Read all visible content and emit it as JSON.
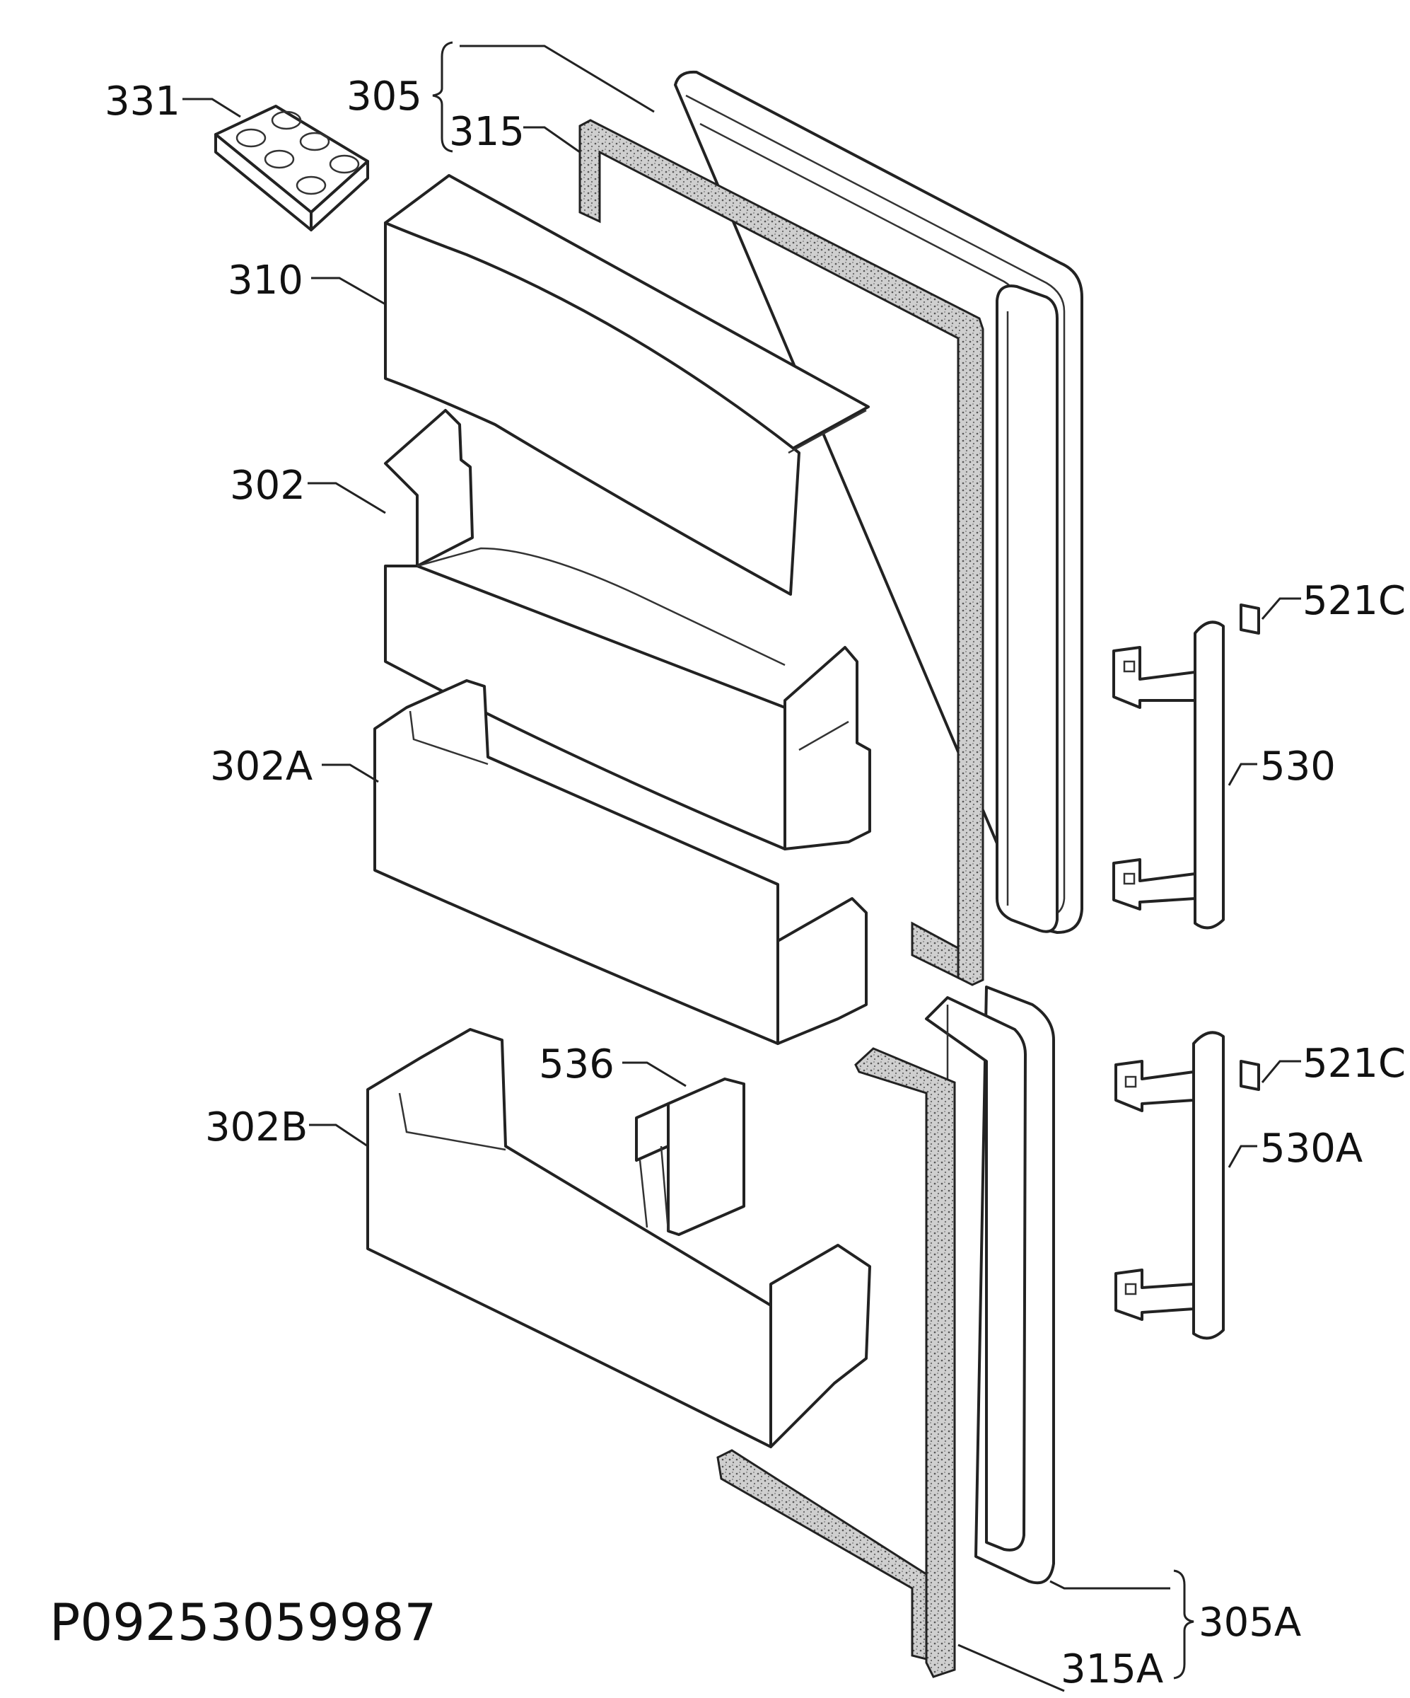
{
  "labels": {
    "l331": "331",
    "l305": "305",
    "l315": "315",
    "l310": "310",
    "l302": "302",
    "l302a": "302A",
    "l302b": "302B",
    "l536": "536",
    "l521c_top": "521C",
    "l530": "530",
    "l521c_bottom": "521C",
    "l530a": "530A",
    "l305a": "305A",
    "l315a": "315A"
  },
  "drawing_code": "P09253059987"
}
